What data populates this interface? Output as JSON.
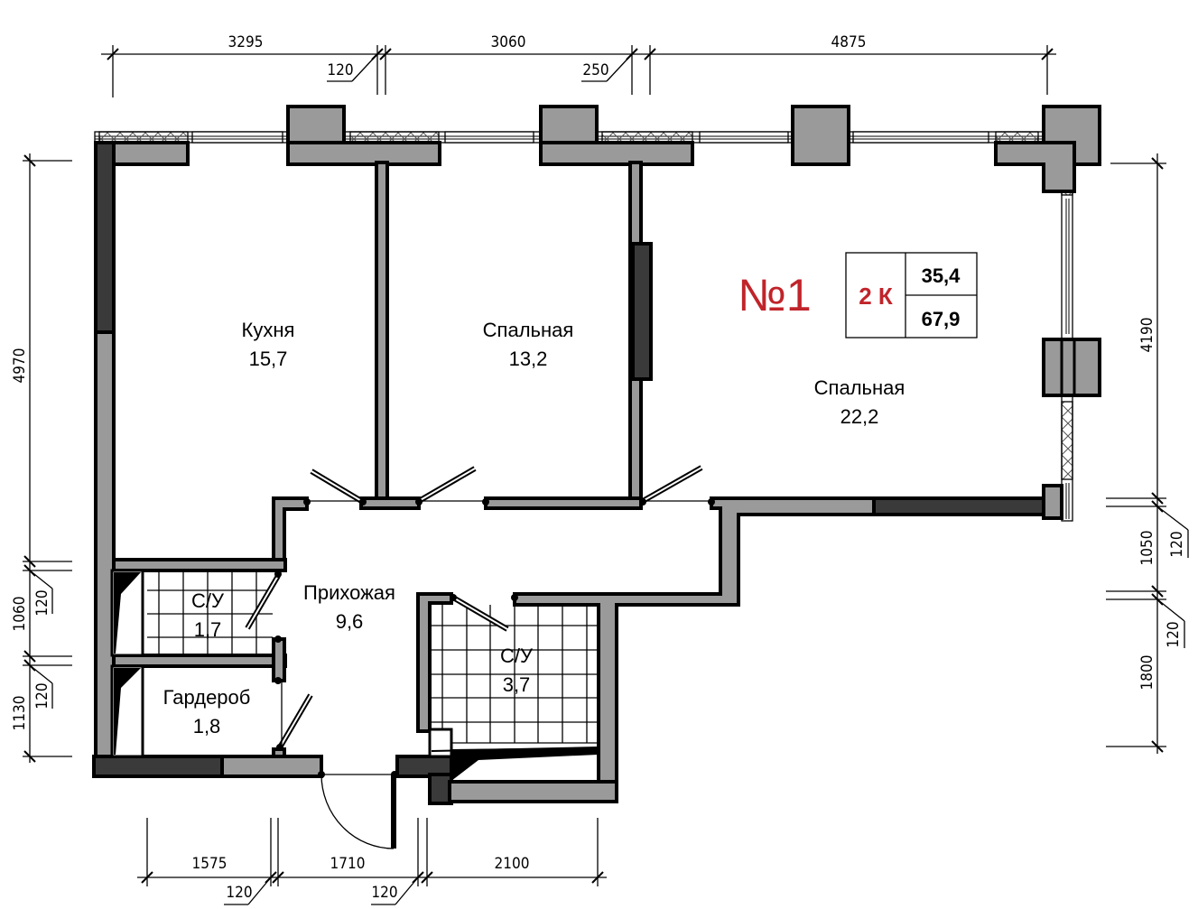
{
  "plan": {
    "apartment_number": "№1",
    "room_count": "2 К",
    "living_area": "35,4",
    "total_area": "67,9",
    "accent_color": "#c0242a"
  },
  "rooms": [
    {
      "name": "Кухня",
      "area": "15,7"
    },
    {
      "name": "Спальная",
      "area": "13,2"
    },
    {
      "name": "Спальная",
      "area": "22,2"
    },
    {
      "name": "Прихожая",
      "area": "9,6"
    },
    {
      "name": "С/У",
      "area": "1,7"
    },
    {
      "name": "Гардероб",
      "area": "1,8"
    },
    {
      "name": "С/У",
      "area": "3,7"
    }
  ],
  "dimensions": {
    "top": [
      "3295",
      "120",
      "3060",
      "250",
      "4875"
    ],
    "left": [
      "4970",
      "1060",
      "120",
      "1130",
      "120"
    ],
    "right": [
      "4190",
      "1050",
      "120",
      "1800",
      "120"
    ],
    "bottom": [
      "1575",
      "120",
      "1710",
      "120",
      "2100"
    ]
  }
}
